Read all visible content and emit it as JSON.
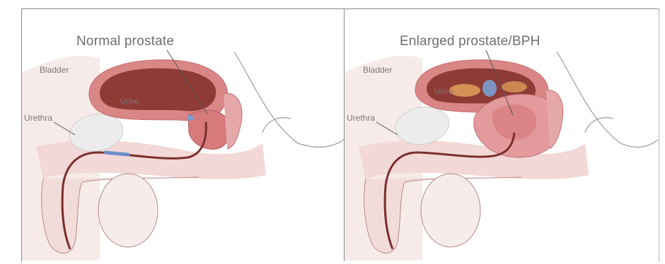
{
  "panels": [
    {
      "title": "Normal prostate",
      "labels": {
        "bladder": "Bladder",
        "urine": "Urine",
        "urethra": "Urethra"
      }
    },
    {
      "title": "Enlarged prostate/BPH",
      "labels": {
        "bladder": "Bladder",
        "urine": "Urine",
        "urethra": "Urethra"
      }
    }
  ],
  "colors": {
    "skin": "#f4e4e0",
    "tissue_pink": "#e7a9a8",
    "bladder_wall": "#d98686",
    "bladder_inner": "#8e3b36",
    "prostate": "#d67a7c",
    "prostate_enlarged": "#e39a9d",
    "urethra": "#7a2f2c",
    "urine_blue": "#7a9ccf",
    "bone": "#e8e8e8"
  }
}
